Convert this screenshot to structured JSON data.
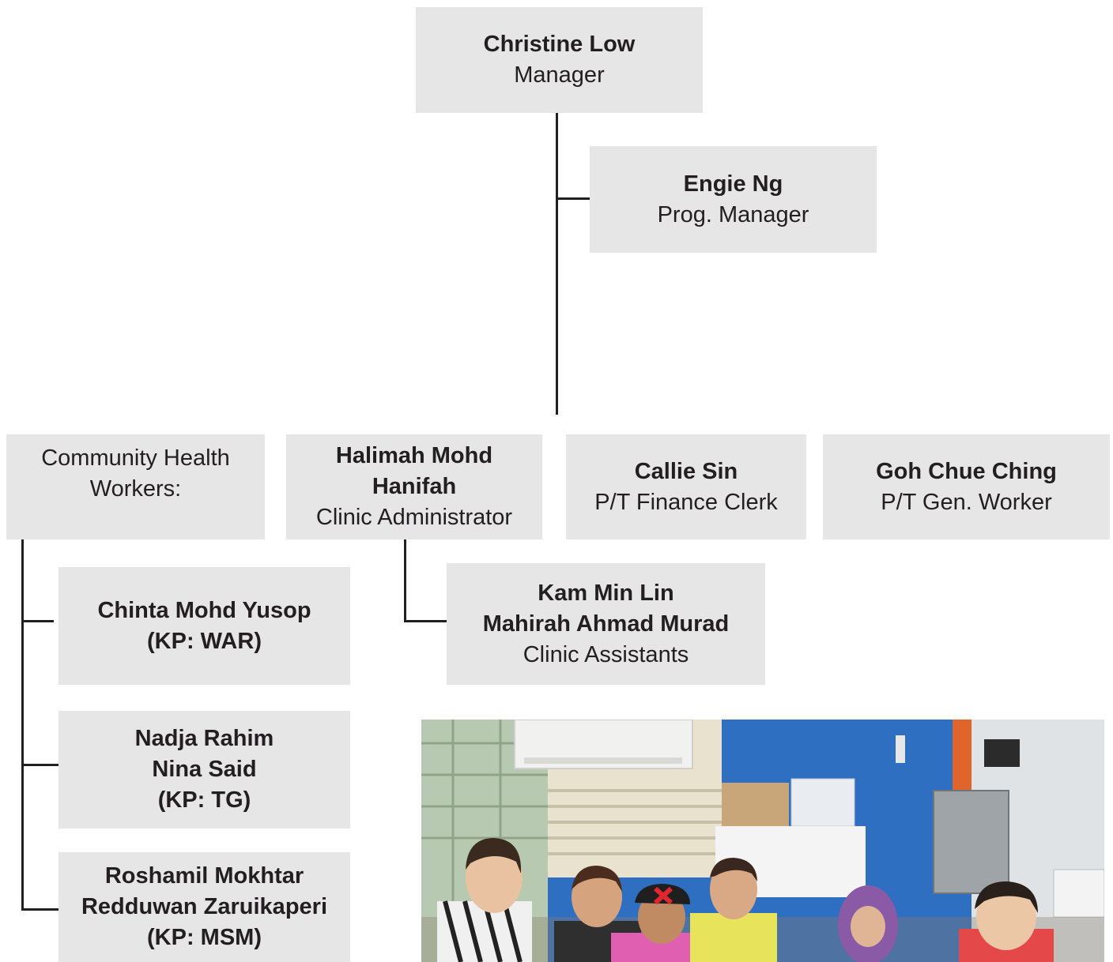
{
  "manager": {
    "name": "Christine Low",
    "role": "Manager"
  },
  "prog_manager": {
    "name": "Engie Ng",
    "role": "Prog. Manager"
  },
  "chw_header": {
    "line1": "Community Health",
    "line2": "Workers:"
  },
  "clinic_admin": {
    "name1": "Halimah Mohd",
    "name2": "Hanifah",
    "role": "Clinic Administrator"
  },
  "finance_clerk": {
    "name": "Callie Sin",
    "role": "P/T Finance Clerk"
  },
  "gen_worker": {
    "name": "Goh Chue Ching",
    "role": "P/T Gen. Worker"
  },
  "clinic_assistants": {
    "name1": "Kam Min Lin",
    "name2": "Mahirah Ahmad Murad",
    "role": "Clinic Assistants"
  },
  "chw_war": {
    "name": "Chinta Mohd Yusop",
    "area": "(KP: WAR)"
  },
  "chw_tg": {
    "name1": "Nadja Rahim",
    "name2": "Nina Said",
    "area": "(KP: TG)"
  },
  "chw_msm": {
    "name1": "Roshamil Mokhtar",
    "name2": "Redduwan Zaruikaperi",
    "area": "(KP: MSM)"
  },
  "colors": {
    "box_fill": "#e6e6e7",
    "line": "#231f20",
    "text": "#231f20",
    "wall_blue": "#2f6fc2"
  }
}
